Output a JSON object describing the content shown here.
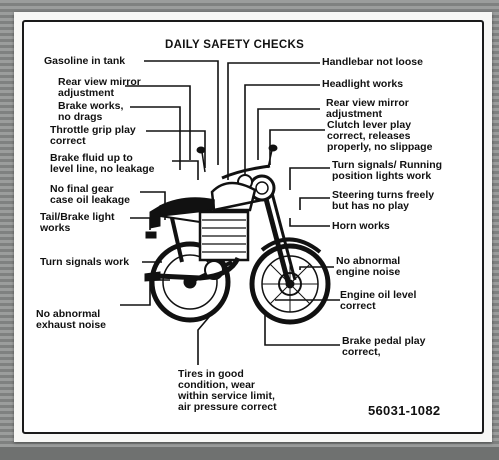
{
  "title": "DAILY SAFETY CHECKS",
  "part_number": "56031-1082",
  "left_labels": [
    "Gasoline in tank",
    "Rear view mirror\nadjustment",
    "Brake works,\nno drags",
    "Throttle grip play\ncorrect",
    "Brake fluid up to\nlevel line, no leakage",
    "No final gear\ncase oil leakage",
    "Tail/Brake light\nworks",
    "Turn signals work",
    "No abnormal\nexhaust noise"
  ],
  "right_labels": [
    "Handlebar not loose",
    "Headlight works",
    "Rear view mirror\nadjustment",
    "Clutch lever play\ncorrect, releases\nproperly, no slippage",
    "Turn signals/ Running\nposition lights work",
    "Steering turns freely\nbut has no play",
    "Horn works",
    "No abnormal\nengine noise",
    "Engine oil level\ncorrect",
    "Brake pedal play\ncorrect,"
  ],
  "bottom_label": "Tires in good\ncondition, wear\nwithin service limit,\nair pressure correct",
  "colors": {
    "ink": "#111111",
    "card": "#ffffff",
    "background": "#8d8f8e"
  }
}
